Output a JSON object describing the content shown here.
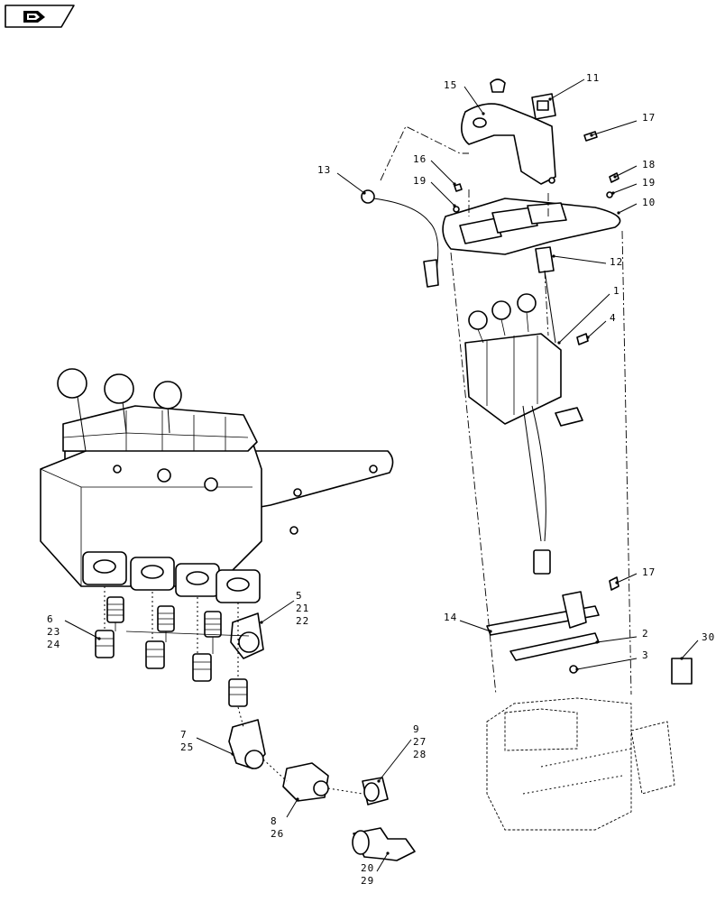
{
  "diagram": {
    "callouts": [
      {
        "id": "c15",
        "lines": [
          "15"
        ]
      },
      {
        "id": "c11",
        "lines": [
          "11"
        ]
      },
      {
        "id": "c17a",
        "lines": [
          "17"
        ]
      },
      {
        "id": "c16",
        "lines": [
          "16"
        ]
      },
      {
        "id": "c18",
        "lines": [
          "18"
        ]
      },
      {
        "id": "c13",
        "lines": [
          "13"
        ]
      },
      {
        "id": "c19a",
        "lines": [
          "19"
        ]
      },
      {
        "id": "c19b",
        "lines": [
          "19"
        ]
      },
      {
        "id": "c10",
        "lines": [
          "10"
        ]
      },
      {
        "id": "c12",
        "lines": [
          "12"
        ]
      },
      {
        "id": "c1",
        "lines": [
          "1"
        ]
      },
      {
        "id": "c4",
        "lines": [
          "4"
        ]
      },
      {
        "id": "c5",
        "lines": [
          "5",
          "21",
          "22"
        ]
      },
      {
        "id": "c6",
        "lines": [
          "6",
          "23",
          "24"
        ]
      },
      {
        "id": "c14",
        "lines": [
          "14"
        ]
      },
      {
        "id": "c17b",
        "lines": [
          "17"
        ]
      },
      {
        "id": "c2",
        "lines": [
          "2"
        ]
      },
      {
        "id": "c3",
        "lines": [
          "3"
        ]
      },
      {
        "id": "c30",
        "lines": [
          "30"
        ]
      },
      {
        "id": "c7",
        "lines": [
          "7",
          "25"
        ]
      },
      {
        "id": "c9",
        "lines": [
          "9",
          "27",
          "28"
        ]
      },
      {
        "id": "c8",
        "lines": [
          "8",
          "26"
        ]
      },
      {
        "id": "c20",
        "lines": [
          "20",
          "29"
        ]
      }
    ]
  }
}
